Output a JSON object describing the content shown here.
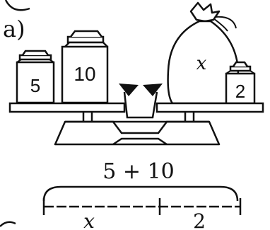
{
  "part_label": "a)",
  "left_pan": {
    "small_weight_label": "5",
    "large_weight_label": "10"
  },
  "right_pan": {
    "sack_label": "x",
    "small_weight_label": "2"
  },
  "equation": {
    "top_sum": "5 + 10",
    "bottom_left": "x",
    "bottom_right": "2"
  },
  "colors": {
    "ink": "#111111",
    "paper": "#ffffff"
  }
}
